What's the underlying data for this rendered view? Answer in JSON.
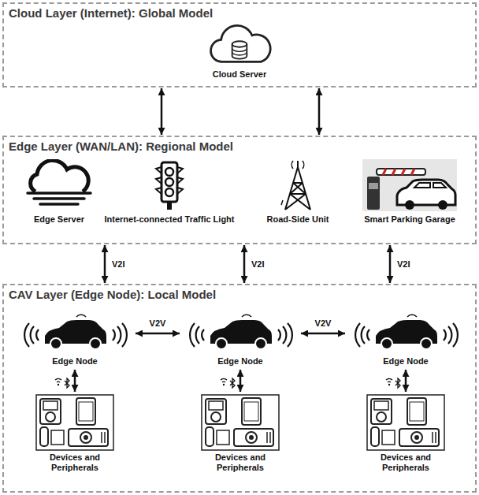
{
  "diagram": {
    "nodes": [
      {
        "text": [
          "Cloud Layer (Internet): Global Model"
        ]
      },
      {
        "text": [
          "Cloud Server"
        ],
        "in": 0
      },
      {
        "text": [
          "Edge Layer (WAN/LAN): Regional Model"
        ]
      },
      {
        "text": [
          "Edge Server"
        ],
        "in": 2
      },
      {
        "text": [
          "Internet-connected Traffic Light"
        ],
        "in": 2
      },
      {
        "text": [
          "Road-Side Unit"
        ],
        "in": 2
      },
      {
        "text": [
          "Smart Parking Garage"
        ],
        "in": 2
      },
      {
        "text": [
          "CAV Layer (Edge Node): Local Model"
        ]
      },
      {
        "text": [
          "Edge Node"
        ],
        "in": 7
      },
      {
        "text": [
          "Edge Node"
        ],
        "in": 7
      },
      {
        "text": [
          "Edge Node"
        ],
        "in": 7
      },
      {
        "text": [
          "Devices and Peripherals"
        ],
        "in": 7
      },
      {
        "text": [
          "Devices and Peripherals"
        ],
        "in": 7
      },
      {
        "text": [
          "Devices and Peripherals"
        ],
        "in": 7
      }
    ],
    "edges": [
      {
        "from": 0,
        "to": 2,
        "arrow": "both"
      },
      {
        "from": 0,
        "to": 2,
        "arrow": "both"
      },
      {
        "from": 2,
        "to": 7,
        "label": "V2I",
        "arrow": "both"
      },
      {
        "from": 2,
        "to": 7,
        "label": "V2I",
        "arrow": "both"
      },
      {
        "from": 2,
        "to": 7,
        "label": "V2I",
        "arrow": "both"
      },
      {
        "from": 8,
        "to": 9,
        "label": "V2V",
        "arrow": "both"
      },
      {
        "from": 9,
        "to": 10,
        "label": "V2V",
        "arrow": "both"
      },
      {
        "from": 8,
        "to": 11,
        "arrow": "both"
      },
      {
        "from": 9,
        "to": 12,
        "arrow": "both"
      },
      {
        "from": 10,
        "to": 13,
        "arrow": "both"
      }
    ]
  }
}
